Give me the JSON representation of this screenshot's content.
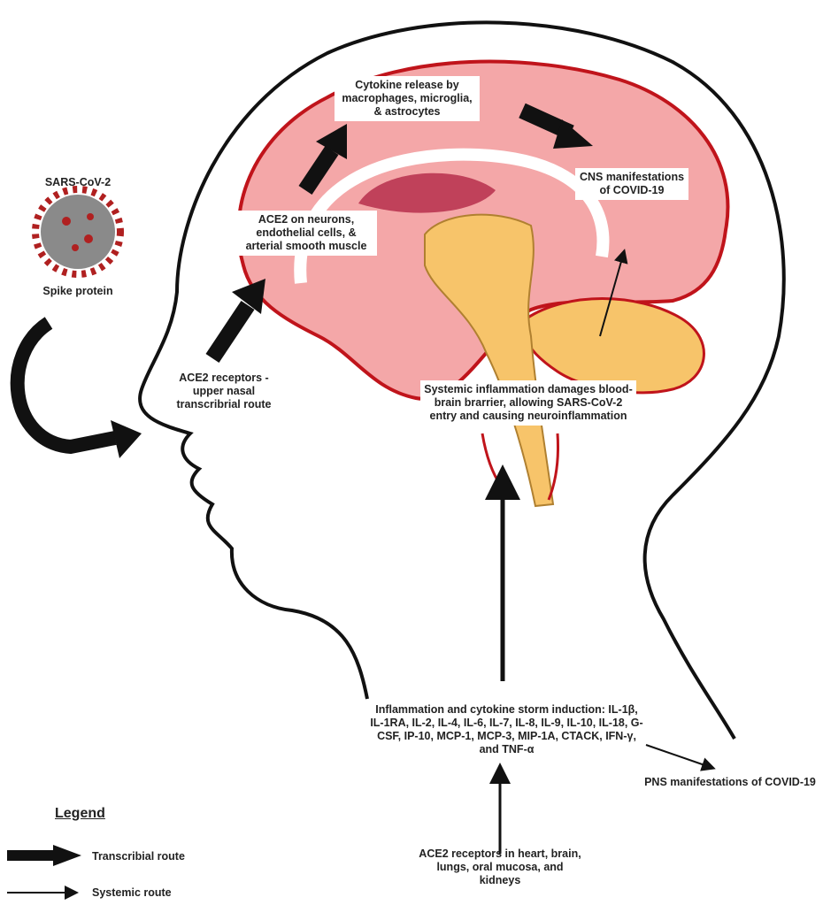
{
  "virus": {
    "title": "SARS-CoV-2",
    "caption": "Spike protein"
  },
  "labels": {
    "nasal": "ACE2 receptors - upper nasal transcribrial route",
    "ace2_neurons": "ACE2 on neurons, endothelial cells, & arterial smooth muscle",
    "cytokine_release": "Cytokine release by macrophages, microglia, & astrocytes",
    "cns": "CNS manifestations of COVID-19",
    "bbb": "Systemic inflammation damages blood-brain brarrier, allowing SARS-CoV-2 entry and causing neuroinflammation",
    "storm": "Inflammation and cytokine storm induction: IL-1β, IL-1RA, IL-2, IL-4, IL-6, IL-7, IL-8, IL-9, IL-10, IL-18, G-CSF, IP-10, MCP-1, MCP-3, MIP-1A, CTACK, IFN-γ, and TNF-α",
    "pns": "PNS manifestations of COVID-19",
    "organs": "ACE2 receptors in heart, brain, lungs, oral mucosa, and kidneys"
  },
  "legend": {
    "title": "Legend",
    "items": [
      {
        "label": "Transcribial route"
      },
      {
        "label": "Systemic route"
      }
    ]
  },
  "colors": {
    "brain": "#f4a7a8",
    "outline": "#c0141b",
    "yellow": "#f7c46a",
    "corpus": "#c0415a"
  }
}
